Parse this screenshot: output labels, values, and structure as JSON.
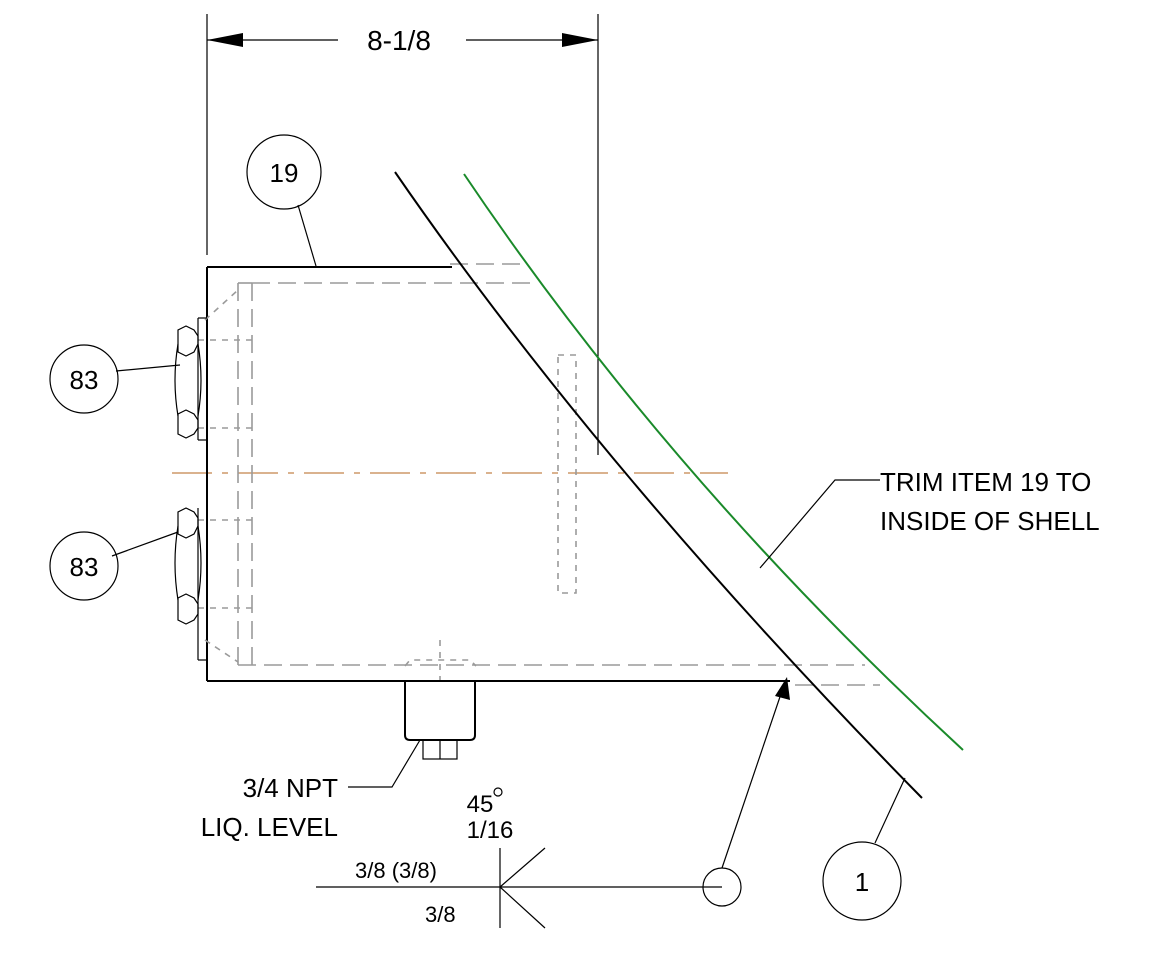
{
  "dimension": {
    "text": "8-1/8"
  },
  "balloons": [
    {
      "id": "balloon-19",
      "text": "19"
    },
    {
      "id": "balloon-83-top",
      "text": "83"
    },
    {
      "id": "balloon-83-bottom",
      "text": "83"
    },
    {
      "id": "balloon-1",
      "text": "1"
    }
  ],
  "notes": {
    "trim_line1": "TRIM ITEM 19 TO",
    "trim_line2": "INSIDE OF SHELL",
    "npt_line1": "3/4 NPT",
    "npt_line2": "LIQ. LEVEL"
  },
  "weld": {
    "angle": "45",
    "root": "1/16",
    "arrow_side": "3/8 (3/8)",
    "other_side": "3/8"
  },
  "colors": {
    "outline": "#000000",
    "hidden": "#9a9a9a",
    "centerline": "#b5651d",
    "shell_inside": "#1a8a2a"
  }
}
